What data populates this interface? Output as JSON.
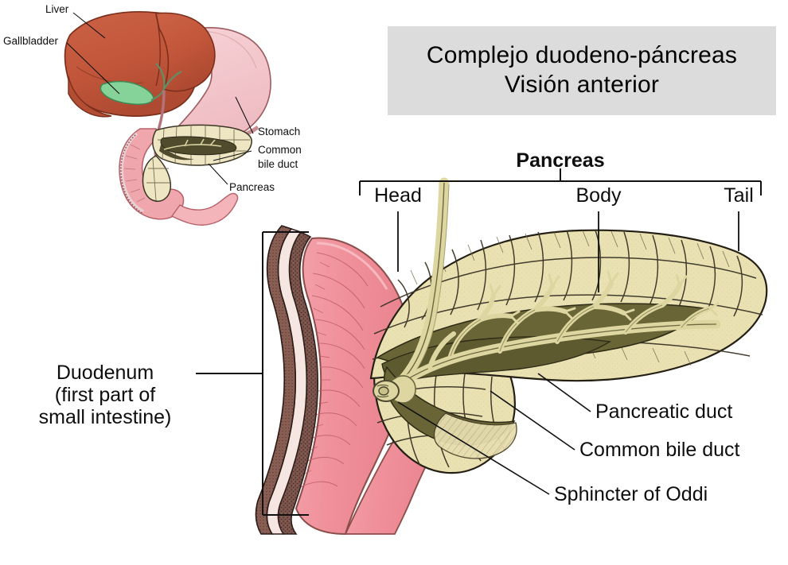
{
  "title": {
    "line1": "Complejo duodeno-páncreas",
    "line2": "Visión anterior",
    "background": "#dcdcdc"
  },
  "inset": {
    "labels": [
      {
        "id": "liver",
        "text": "Liver"
      },
      {
        "id": "gallbladder",
        "text": "Gallbladder"
      },
      {
        "id": "stomach",
        "text": "Stomach"
      },
      {
        "id": "common-bile-duct",
        "text": "Common"
      },
      {
        "id": "common-bile-duct2",
        "text": "bile duct"
      },
      {
        "id": "pancreas",
        "text": "Pancreas"
      }
    ],
    "colors": {
      "liver": "#c2563a",
      "gallbladder": "#86d39a",
      "stomach": "#f3c6cb",
      "duodenum": "#f0a6ad",
      "pancreas": "#eee6c2",
      "duct_dark": "#4f4b2c"
    }
  },
  "main": {
    "bracket_title": "Pancreas",
    "regions": [
      {
        "id": "head",
        "text": "Head"
      },
      {
        "id": "body",
        "text": "Body"
      },
      {
        "id": "tail",
        "text": "Tail"
      }
    ],
    "left_label": {
      "line1": "Duodenum",
      "line2": "(first part of",
      "line3": "small intestine)"
    },
    "right_labels": [
      {
        "id": "pancreatic-duct",
        "text": "Pancreatic duct"
      },
      {
        "id": "common-bile-duct",
        "text": "Common bile duct"
      },
      {
        "id": "sphincter-oddi",
        "text": "Sphincter of Oddi"
      }
    ],
    "colors": {
      "duodenum_pink": "#f0909a",
      "duodenum_wall": "#6d4a42",
      "pancreas_lobule": "#e9e1b2",
      "pancreas_lobule_light": "#f3eed6",
      "cut_surface": "#6a6536",
      "duct": "#ddd6a0",
      "outline": "#241f15"
    }
  }
}
